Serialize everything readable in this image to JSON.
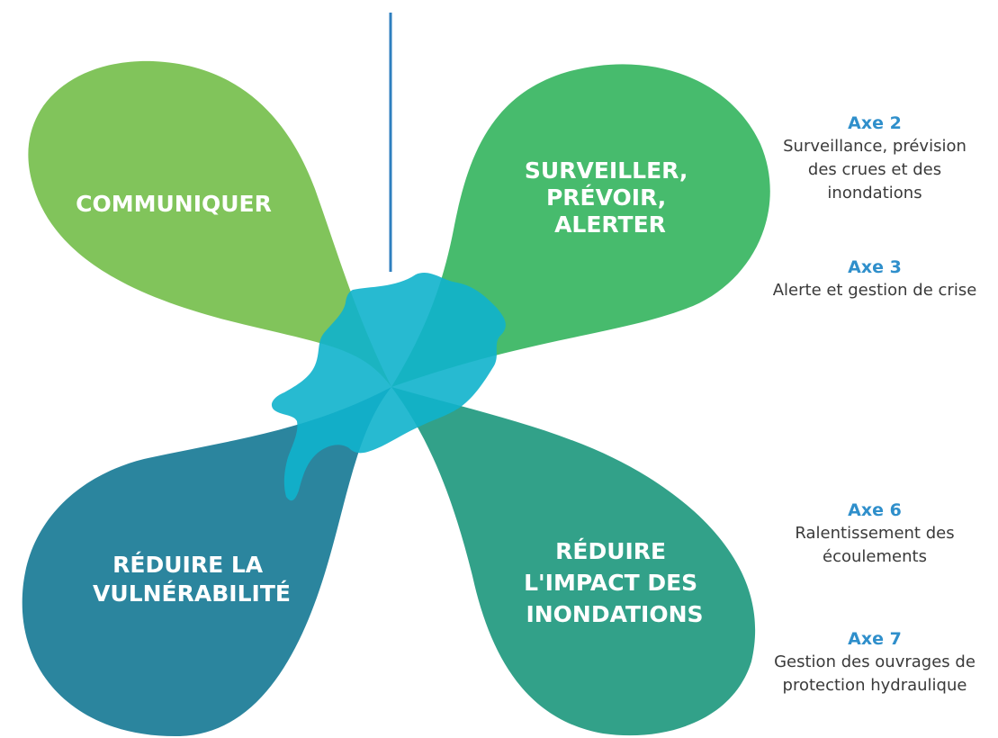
{
  "petals": {
    "communiquer": {
      "lines": [
        "COMMUNIQUER"
      ],
      "color": "#7dc256"
    },
    "surveiller": {
      "lines": [
        "SURVEILLER,",
        "PRÉVOIR,",
        "ALERTER"
      ],
      "color": "#3db765"
    },
    "reduire_vulnerabilite": {
      "lines": [
        "RÉDUIRE LA",
        "VULNÉRABILITÉ"
      ],
      "color": "#22809a"
    },
    "reduire_impact": {
      "lines": [
        "RÉDUIRE",
        "L'IMPACT DES",
        "INONDATIONS"
      ],
      "color": "#2a9d84"
    }
  },
  "center_color": "#10b2cc",
  "divider_color": "#2e7fbf",
  "axes": [
    {
      "title": "Axe 2",
      "desc": "Surveillance, prévision\ndes crues et des\ninondations"
    },
    {
      "title": "Axe 3",
      "desc": "Alerte et gestion de crise"
    },
    {
      "title": "Axe 6",
      "desc": "Ralentissement des\nécoulements"
    },
    {
      "title": "Axe 7",
      "desc": "Gestion des ouvrages de\nprotection hydraulique"
    }
  ]
}
